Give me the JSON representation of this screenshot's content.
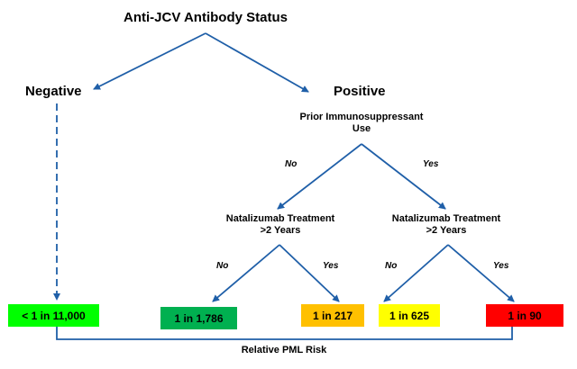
{
  "title": "Anti-JCV Antibody Status",
  "negative": "Negative",
  "positive": "Positive",
  "prior": {
    "line1": "Prior Immunosuppressant",
    "line2": "Use"
  },
  "no": "No",
  "yes": "Yes",
  "natalizumab": {
    "line1": "Natalizumab Treatment",
    "line2": ">2 Years"
  },
  "risks": [
    {
      "label": "< 1 in 11,000",
      "color": "#00ff00"
    },
    {
      "label": "1 in 1,786",
      "color": "#00b050"
    },
    {
      "label": "1 in 217",
      "color": "#ffc000"
    },
    {
      "label": "1 in 625",
      "color": "#ffff00"
    },
    {
      "label": "1 in 90",
      "color": "#ff0000"
    }
  ],
  "footer": "Relative PML Risk",
  "colors": {
    "arrow": "#1f5fa8"
  }
}
